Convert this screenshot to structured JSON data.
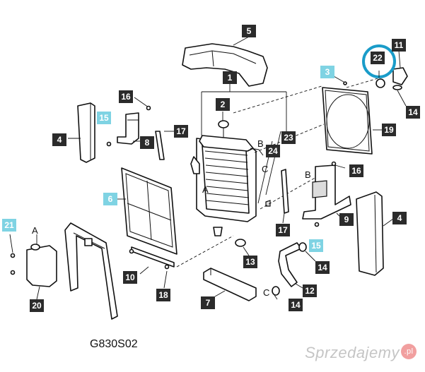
{
  "callouts": [
    {
      "id": "c1",
      "text": "1",
      "highlight": false
    },
    {
      "id": "c2",
      "text": "2",
      "highlight": false
    },
    {
      "id": "c3",
      "text": "3",
      "highlight": true
    },
    {
      "id": "c4a",
      "text": "4",
      "highlight": false
    },
    {
      "id": "c4b",
      "text": "4",
      "highlight": false
    },
    {
      "id": "c5",
      "text": "5",
      "highlight": false
    },
    {
      "id": "c6",
      "text": "6",
      "highlight": true
    },
    {
      "id": "c7",
      "text": "7",
      "highlight": false
    },
    {
      "id": "c8",
      "text": "8",
      "highlight": false
    },
    {
      "id": "c9",
      "text": "9",
      "highlight": false
    },
    {
      "id": "c10",
      "text": "10",
      "highlight": false
    },
    {
      "id": "c11",
      "text": "11",
      "highlight": false
    },
    {
      "id": "c12",
      "text": "12",
      "highlight": false
    },
    {
      "id": "c13",
      "text": "13",
      "highlight": false
    },
    {
      "id": "c14a",
      "text": "14",
      "highlight": false
    },
    {
      "id": "c14b",
      "text": "14",
      "highlight": false
    },
    {
      "id": "c14c",
      "text": "14",
      "highlight": false
    },
    {
      "id": "c15a",
      "text": "15",
      "highlight": true
    },
    {
      "id": "c15b",
      "text": "15",
      "highlight": true
    },
    {
      "id": "c16a",
      "text": "16",
      "highlight": false
    },
    {
      "id": "c16b",
      "text": "16",
      "highlight": false
    },
    {
      "id": "c17a",
      "text": "17",
      "highlight": false
    },
    {
      "id": "c17b",
      "text": "17",
      "highlight": false
    },
    {
      "id": "c18",
      "text": "18",
      "highlight": false
    },
    {
      "id": "c19",
      "text": "19",
      "highlight": false
    },
    {
      "id": "c20",
      "text": "20",
      "highlight": false
    },
    {
      "id": "c21",
      "text": "21",
      "highlight": true
    },
    {
      "id": "c22",
      "text": "22",
      "highlight": false
    },
    {
      "id": "c23",
      "text": "23",
      "highlight": false
    },
    {
      "id": "c24",
      "text": "24",
      "highlight": false
    }
  ],
  "letters": [
    {
      "id": "l_b1",
      "text": "B"
    },
    {
      "id": "l_c1",
      "text": "C"
    },
    {
      "id": "l_a1",
      "text": "A"
    },
    {
      "id": "l_b2",
      "text": "B"
    },
    {
      "id": "l_a2",
      "text": "A"
    },
    {
      "id": "l_c2",
      "text": "C"
    }
  ],
  "drawing_code": "G830S02",
  "watermark": {
    "text": "Sprzedajemy",
    "badge": ".pl"
  },
  "colors": {
    "highlight_label": "#7fd3e3",
    "highlight_ring": "#1a9cc9",
    "label_bg": "#2b2b2b"
  }
}
